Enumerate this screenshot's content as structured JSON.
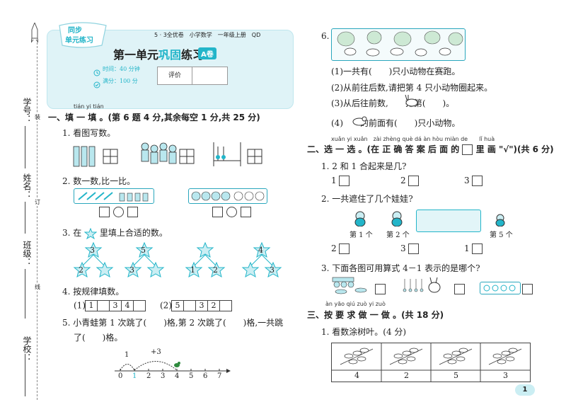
{
  "header": {
    "badge_line1": "同步",
    "badge_line2": "单元练习",
    "series": "5 · 3全优卷　小学数学　一年级上册　QD",
    "title_main": "第一单元",
    "title_em": "巩固",
    "title_tail": "练习",
    "title_tag": "A卷",
    "time_label": "时间：40 分钟",
    "score_label": "满分：100 分",
    "grade_label": "评价"
  },
  "margin": {
    "student_no": "学号：",
    "name": "姓名：",
    "class": "班级：",
    "school": "学校：",
    "seal_a": "装",
    "seal_b": "订",
    "seal_c": "线"
  },
  "section1": {
    "pinyin": "tián yi tián",
    "heading": "一、填 一 填 。(第 6 题 4 分,其余每空 1 分,共 25 分)",
    "q1": "1. 看图写数。",
    "q2": "2. 数一数,比一比。",
    "q3_pre": "3. 在",
    "q3_post": "里填上合适的数。",
    "stars": [
      {
        "top": "3",
        "left": "2",
        "right": ""
      },
      {
        "top": "5",
        "left": "3",
        "right": ""
      },
      {
        "top": "",
        "left": "1",
        "right": "2"
      },
      {
        "top": "4",
        "left": "",
        "right": "3"
      }
    ],
    "q4": "4. 按规律填数。",
    "q4_a_label": "(1)",
    "q4_a_cells": [
      "1",
      "",
      "3",
      "4",
      ""
    ],
    "q4_b_label": "(2)",
    "q4_b_cells": [
      "5",
      "",
      "3",
      "2",
      ""
    ],
    "q5_line1": "5. 小青蛙第 1 次跳了(　　)格,第 2 次跳了(　　)格,一共跳",
    "q5_line2": "了(　　)格。",
    "jump1": "1",
    "jump2": "+3",
    "numline": [
      "0",
      "1",
      "2",
      "3",
      "4",
      "5",
      "6",
      "7"
    ]
  },
  "right": {
    "q6": "6.",
    "q6_1": "(1)一共有(　　)只小动物在赛跑。",
    "q6_2": "(2)从前往后数,请把第 4 只小动物圈起来。",
    "q6_3": "(3)从后往前数,　　排第(　　)。",
    "q6_4": "(4)　　的前面有(　　)只小动物。"
  },
  "section2": {
    "pinyin": "xuǎn yi xuǎn　zài zhèng què dá àn hòu miàn de　　lǐ huà",
    "heading_pre": "二、选 一 选 。(在 正 确 答 案 后 面 的",
    "heading_post": "里 画 \"√\")(共 6 分)",
    "q1": "1. 2 和 1 合起来是几?",
    "q1_opts": [
      "1",
      "2",
      "3"
    ],
    "q2": "2. 一共遮住了几个娃娃?",
    "q2_labels": [
      "第 1 个",
      "第 2 个",
      "第 5 个"
    ],
    "q2_opts": [
      "2",
      "3",
      "1"
    ],
    "q3": "3. 下面各图可用算式 4－1 表示的是哪个?"
  },
  "section3": {
    "pinyin": "àn yāo qiú zuò yi zuò",
    "heading": "三、按 要 求 做 一 做 。(共 18 分)",
    "q1": "1. 看数涂树叶。(4 分)",
    "leaf_numbers": [
      "4",
      "2",
      "5",
      "3"
    ]
  },
  "page_no": "1"
}
